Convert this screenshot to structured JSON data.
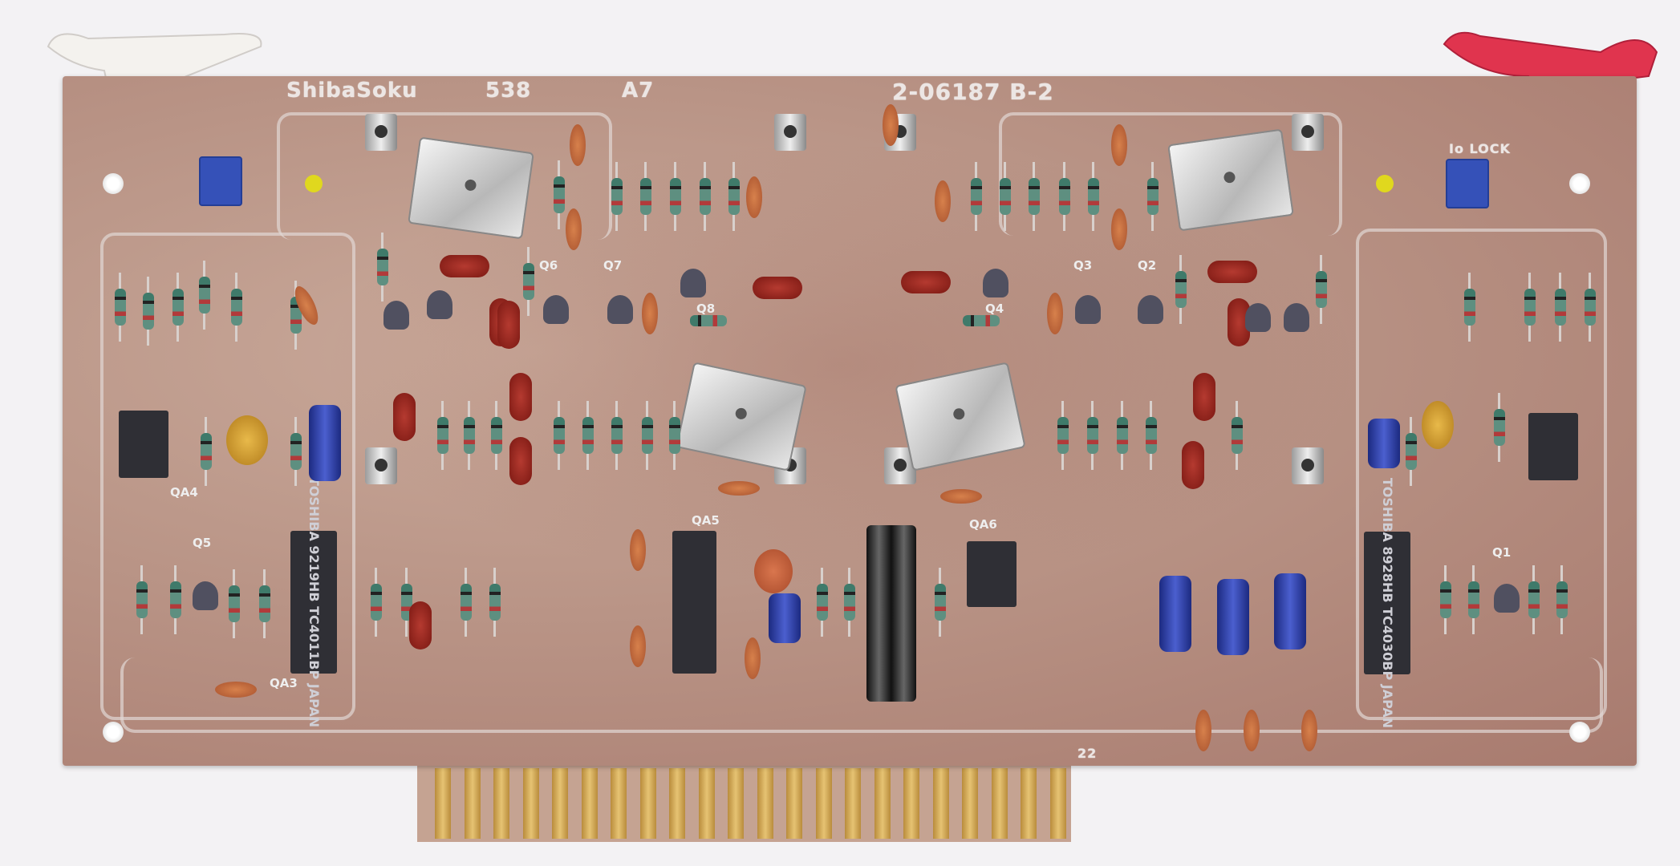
{
  "board": {
    "brand": "ShibaSoku",
    "model": "538",
    "slot": "A7",
    "part_number": "2-06187 B-2",
    "lock_label": "Io LOCK",
    "edge_pin_label": "22"
  },
  "ics": [
    {
      "designator": "QA4",
      "marking": ""
    },
    {
      "designator": "QA3",
      "marking": "TOSHIBA 9219HB TC4011BP JAPAN"
    },
    {
      "designator": "QA5",
      "marking": ""
    },
    {
      "designator": "QA6",
      "marking": ""
    },
    {
      "designator": "",
      "marking": "TOSHIBA 8928HB TC4030BP JAPAN"
    },
    {
      "designator": "",
      "marking": ""
    }
  ],
  "transistor_labels": [
    "Q5",
    "Q6",
    "Q7",
    "Q8",
    "Q3",
    "Q2",
    "Q4",
    "Q1"
  ],
  "colors": {
    "board": "#b99486",
    "gold": "#e6c373",
    "jumper": "#3551b8",
    "ejector_right": "#e0344e"
  }
}
